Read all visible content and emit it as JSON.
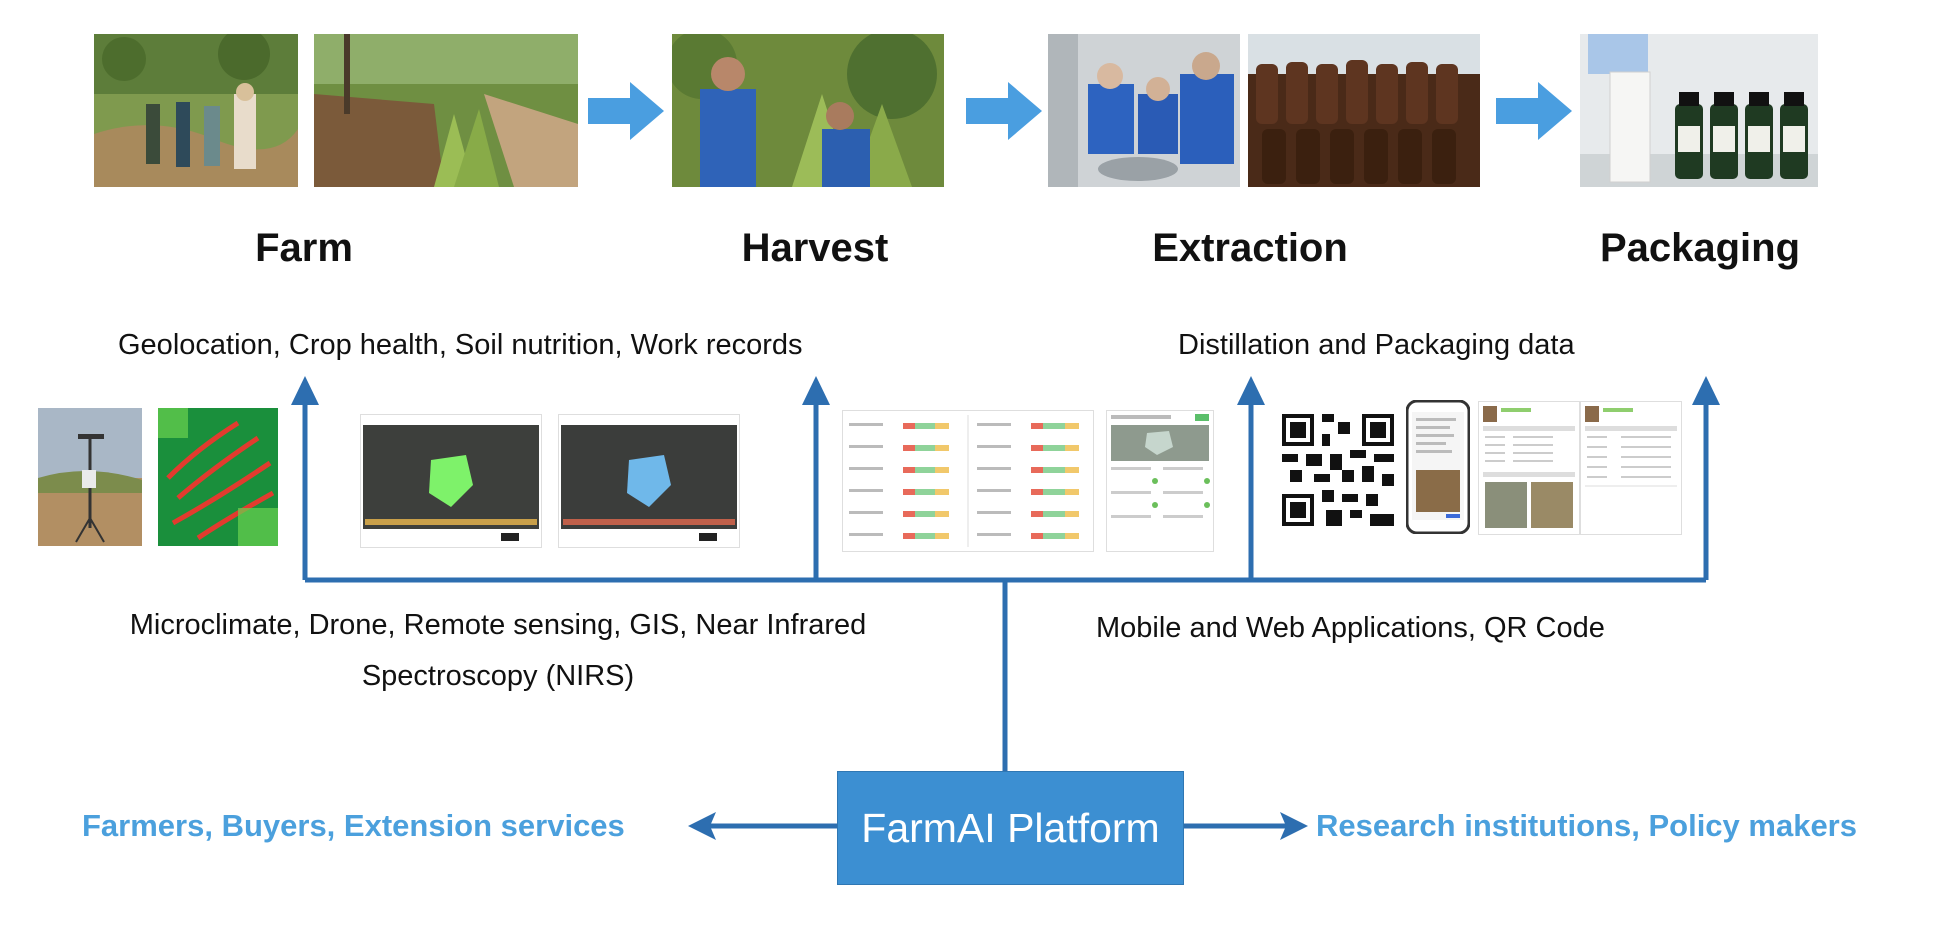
{
  "stages": {
    "farm": "Farm",
    "harvest": "Harvest",
    "extraction": "Extraction",
    "packaging": "Packaging"
  },
  "captions": {
    "farm_data": "Geolocation, Crop health, Soil nutrition, Work records",
    "extraction_data": "Distillation and Packaging data",
    "sensing": "Microclimate, Drone, Remote sensing, GIS, Near Infrared Spectroscopy (NIRS)",
    "apps": "Mobile and Web Applications, QR Code"
  },
  "platform": {
    "label": "FarmAI Platform"
  },
  "audiences": {
    "left": "Farmers, Buyers, Extension services",
    "right": "Research institutions, Policy makers"
  },
  "colors": {
    "arrow_light": "#4a9ee0",
    "arrow_dark": "#2d6eb0",
    "platform_fill": "#3c8fd2",
    "audience_text": "#4ba0dd"
  }
}
